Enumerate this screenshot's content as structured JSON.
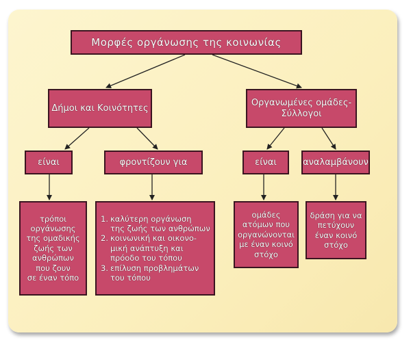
{
  "title": "Μορφές οργάνωσης της κοινωνίας",
  "branch_left": {
    "label": "Δήμοι και Κοινότητες",
    "link_left": "είναι",
    "link_right": "φροντίζουν για",
    "leaf_left": [
      "τρόποι",
      "οργάνωσης",
      "της ομαδικής",
      "ζωής των",
      "ανθρώπων",
      "που ζουν",
      "σε έναν τόπο"
    ],
    "leaf_right": [
      {
        "num": "1.",
        "lines": [
          "καλύτερη οργάνωση",
          "της ζωής των ανθρώπων"
        ]
      },
      {
        "num": "2.",
        "lines": [
          "κοινωνική και οικονο-",
          "μική ανάπτυξη και",
          "πρόοδο του τόπου"
        ]
      },
      {
        "num": "3.",
        "lines": [
          "επίλυση προβλημάτων",
          "του τόπου"
        ]
      }
    ]
  },
  "branch_right": {
    "label_lines": [
      "Οργανωμένες ομάδες-",
      "Σύλλογοι"
    ],
    "link_left": "είναι",
    "link_right": "αναλαμβάνουν",
    "leaf_left": [
      "ομάδες",
      "ατόμων που",
      "οργανώνονται",
      "με έναν κοινό",
      "στόχο"
    ],
    "leaf_right": [
      "δράση για να",
      "πετύχουν",
      "έναν κοινό",
      "στόχο"
    ]
  }
}
